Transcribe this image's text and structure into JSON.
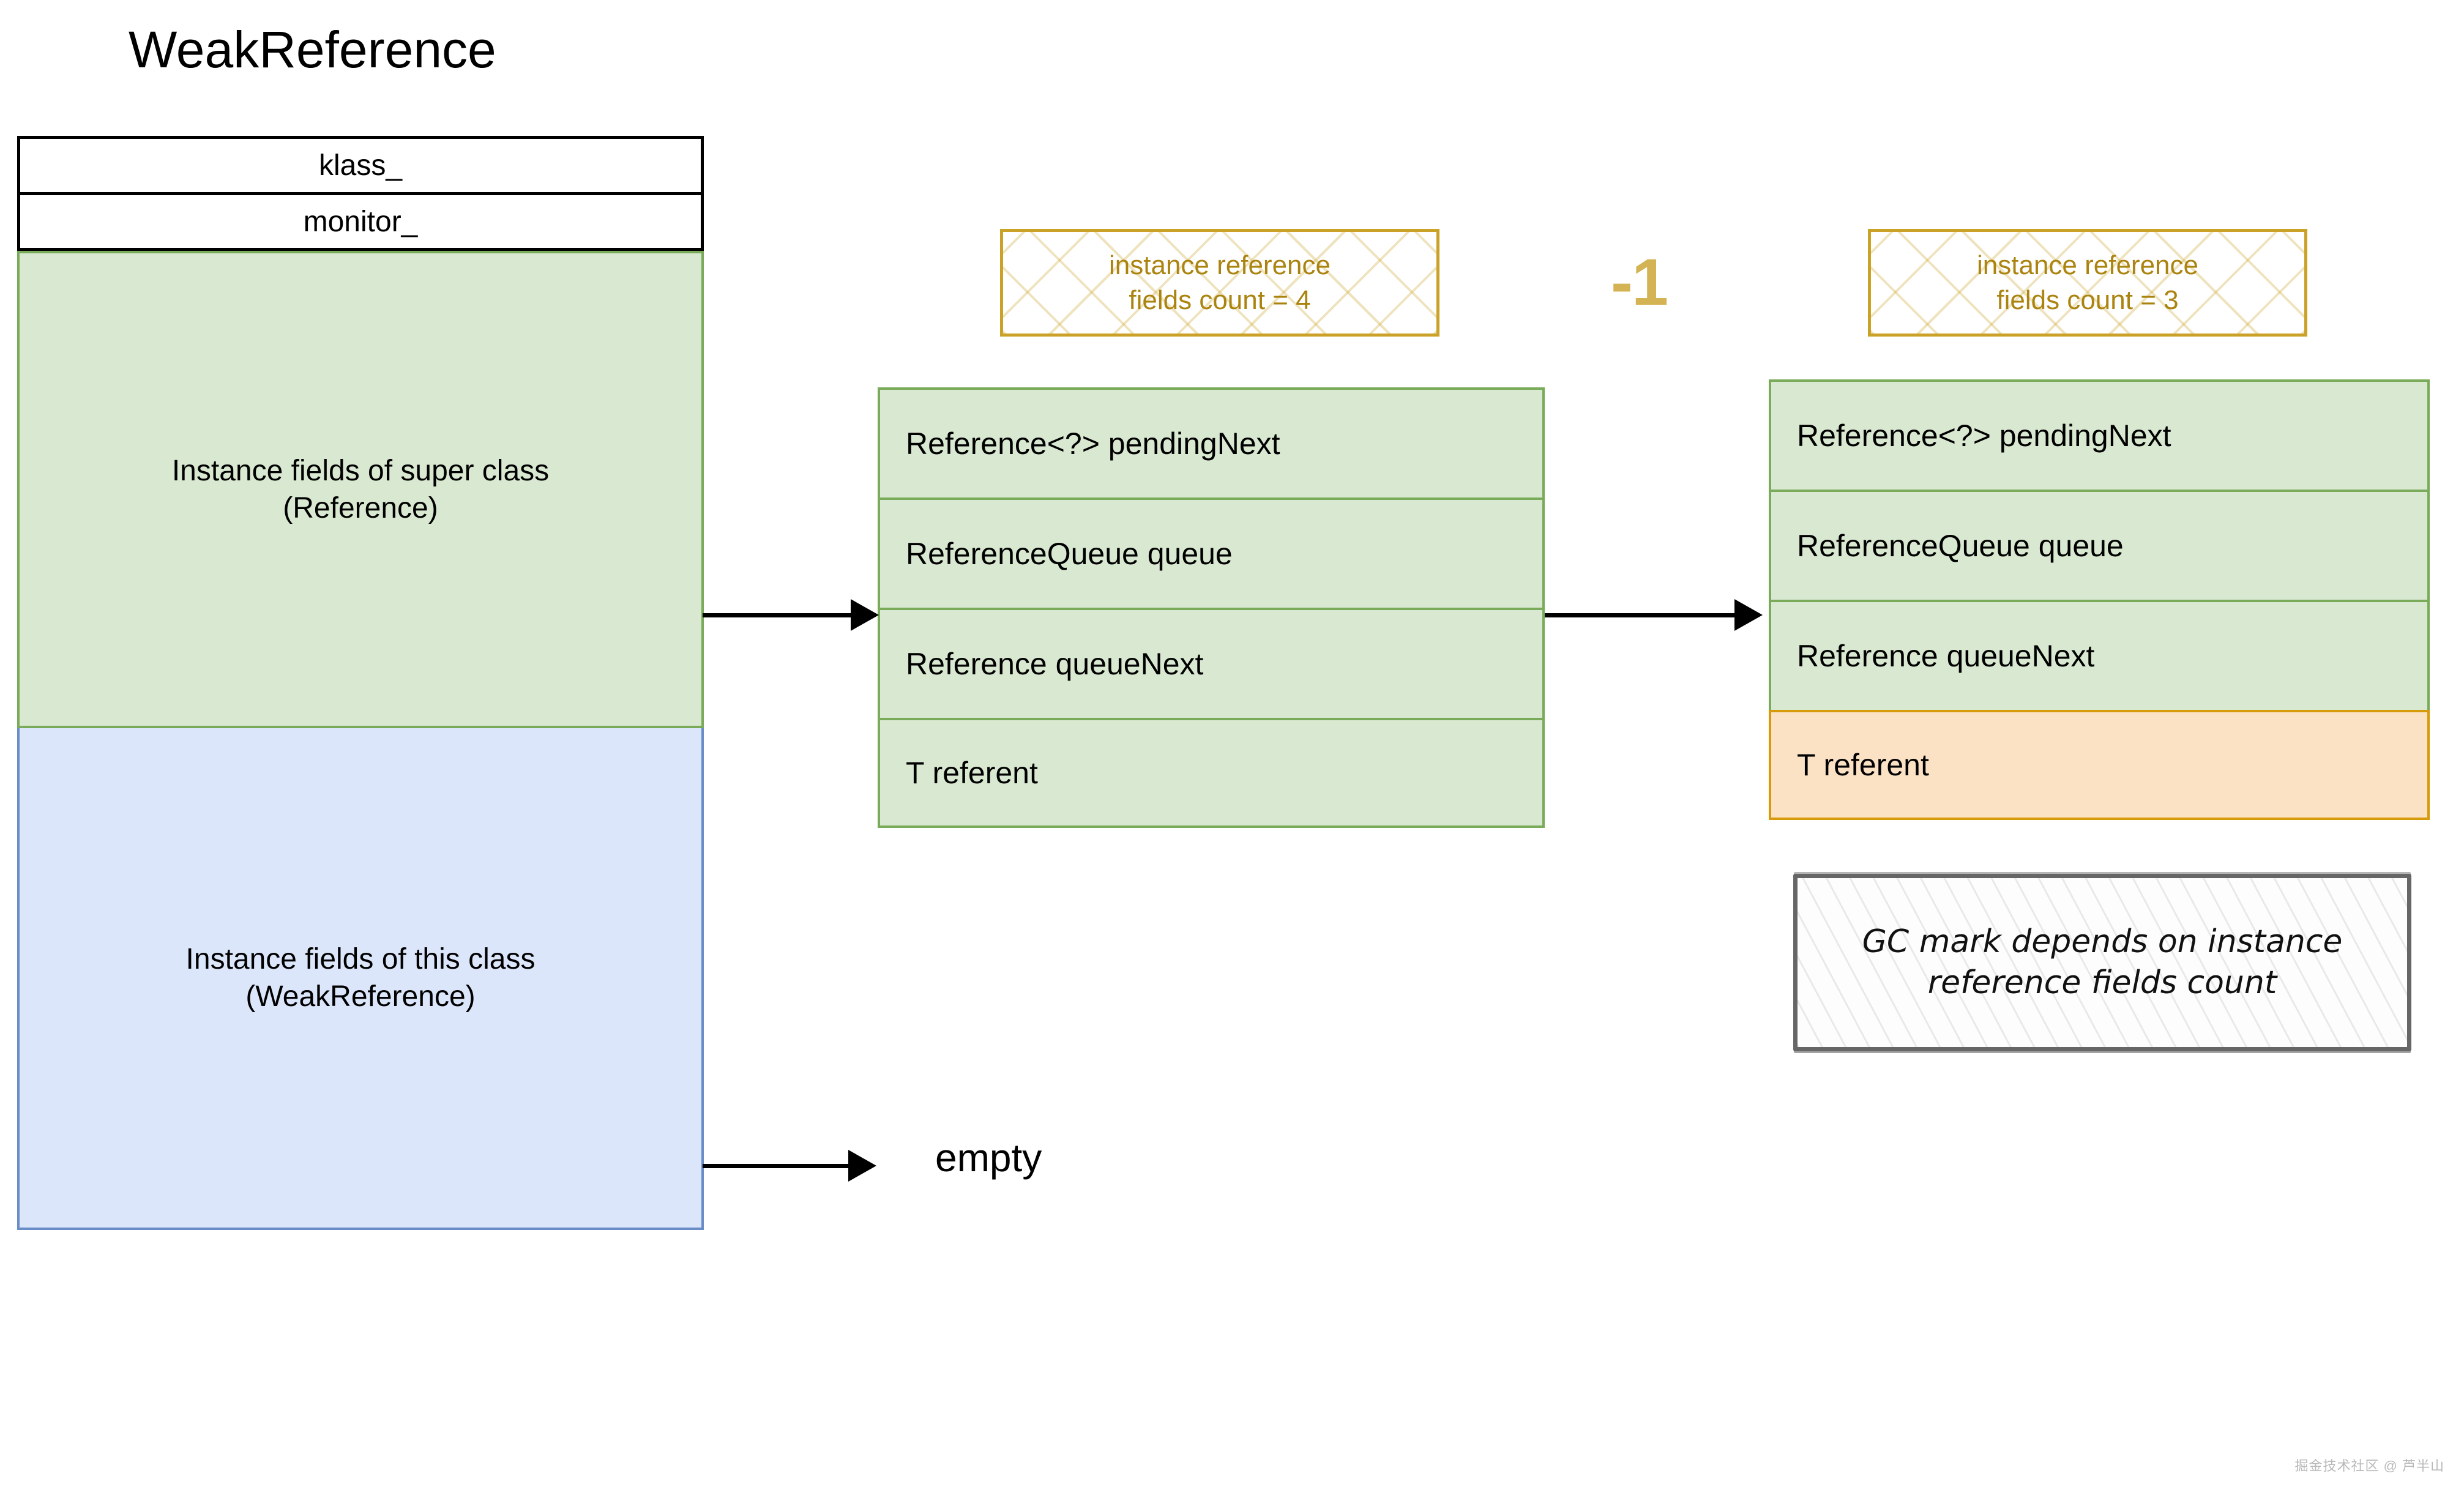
{
  "title": "WeakReference",
  "object_layout": {
    "header_cells": [
      {
        "label": "klass_"
      },
      {
        "label": "monitor_"
      }
    ],
    "regions": [
      {
        "line1": "Instance fields of super class",
        "line2": "(Reference)",
        "color": "#d9e8d0",
        "border": "#7aab5a"
      },
      {
        "line1": "Instance fields of this class",
        "line2": "(WeakReference)",
        "color": "#dce6fa",
        "border": "#6a8dc8"
      }
    ]
  },
  "badges": {
    "left": {
      "line1": "instance reference",
      "line2": "fields count = 4",
      "color": "#ab8410",
      "border": "#c9a227"
    },
    "right": {
      "line1": "instance reference",
      "line2": "fields count = 3",
      "color": "#ab8410",
      "border": "#c9a227"
    }
  },
  "delta_label": {
    "text": "-1",
    "color": "#d4b354"
  },
  "tables": {
    "middle": {
      "rows": [
        {
          "label": "Reference<?> pendingNext",
          "highlight": false
        },
        {
          "label": "ReferenceQueue queue",
          "highlight": false
        },
        {
          "label": "Reference queueNext",
          "highlight": false
        },
        {
          "label": "T referent",
          "highlight": false
        }
      ]
    },
    "right": {
      "rows": [
        {
          "label": "Reference<?> pendingNext",
          "highlight": false
        },
        {
          "label": "ReferenceQueue queue",
          "highlight": false
        },
        {
          "label": "Reference queueNext",
          "highlight": false
        },
        {
          "label": "T referent",
          "highlight": true
        }
      ]
    }
  },
  "note": {
    "line1": "GC mark depends on instance",
    "line2": "reference fields count"
  },
  "empty_label": "empty",
  "watermark": "掘金技术社区 @ 芦半山",
  "icons": {
    "arrow": "arrow-right-icon"
  }
}
